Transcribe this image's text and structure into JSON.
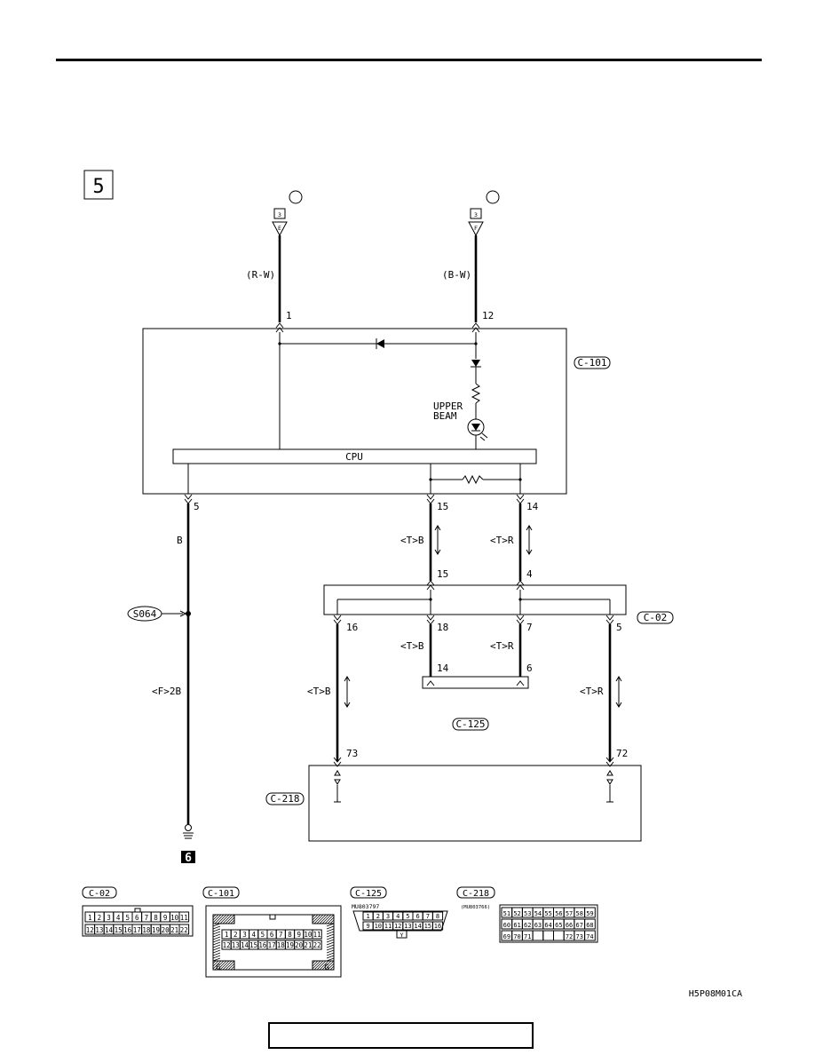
{
  "page": {
    "section_number": "5",
    "figure_code": "H5P08M01CA",
    "footer_text": ""
  },
  "top_connectors": [
    {
      "ref": "3",
      "letter": "E",
      "wire_color": "(R-W)",
      "pin": "1"
    },
    {
      "ref": "3",
      "letter": "F",
      "wire_color": "(B-W)",
      "pin": "12"
    }
  ],
  "components": {
    "c101_label": "C-101",
    "c02_label": "C-02",
    "c125_label": "C-125",
    "c218_label": "C-218",
    "cpu_label": "CPU",
    "lamp_label_1": "UPPER",
    "lamp_label_2": "BEAM",
    "splice_label": "S064",
    "ground_ref": "6"
  },
  "wires": {
    "c101_pin5": "5",
    "c101_pin15": "15",
    "c101_pin14": "14",
    "w5_color": "B",
    "w15_color": "<T>B",
    "w14_color": "<T>R",
    "c02_pin15": "15",
    "c02_pin4": "4",
    "c02_pin16": "16",
    "c02_pin18": "18",
    "c02_pin7": "7",
    "c02_pin5": "5",
    "w18_color": "<T>B",
    "w7_color": "<T>R",
    "c125_pin14": "14",
    "c125_pin6": "6",
    "w16_color": "<T>B",
    "w5b_color": "<T>R",
    "c218_pin73": "73",
    "c218_pin72": "72",
    "ground_wire_color": "<F>2B"
  },
  "connector_views": {
    "c02": {
      "label": "C-02",
      "row1": [
        "1",
        "2",
        "3",
        "4",
        "5",
        "6",
        "7",
        "8",
        "9",
        "10",
        "11"
      ],
      "row2": [
        "12",
        "13",
        "14",
        "15",
        "16",
        "17",
        "18",
        "19",
        "20",
        "21",
        "22"
      ]
    },
    "c101": {
      "label": "C-101",
      "row1": [
        "1",
        "2",
        "3",
        "4",
        "5",
        "6",
        "7",
        "8",
        "9",
        "10",
        "11"
      ],
      "row2": [
        "12",
        "13",
        "14",
        "15",
        "16",
        "17",
        "18",
        "19",
        "20",
        "21",
        "22"
      ],
      "corner_mark": "G"
    },
    "c125": {
      "label": "C-125",
      "part_no": "MU803797",
      "row1": [
        "1",
        "2",
        "3",
        "4",
        "5",
        "6",
        "7",
        "8"
      ],
      "row2": [
        "9",
        "10",
        "11",
        "12",
        "13",
        "14",
        "15",
        "16"
      ],
      "key_mark": "Y"
    },
    "c218": {
      "label": "C-218",
      "part_no": "(MU803766)",
      "row1": [
        "51",
        "52",
        "53",
        "54",
        "55",
        "56",
        "57",
        "58",
        "59"
      ],
      "row2": [
        "60",
        "61",
        "62",
        "63",
        "64",
        "65",
        "66",
        "67",
        "68"
      ],
      "row3": [
        "69",
        "70",
        "71",
        "",
        "",
        "",
        "72",
        "73",
        "74"
      ]
    }
  }
}
